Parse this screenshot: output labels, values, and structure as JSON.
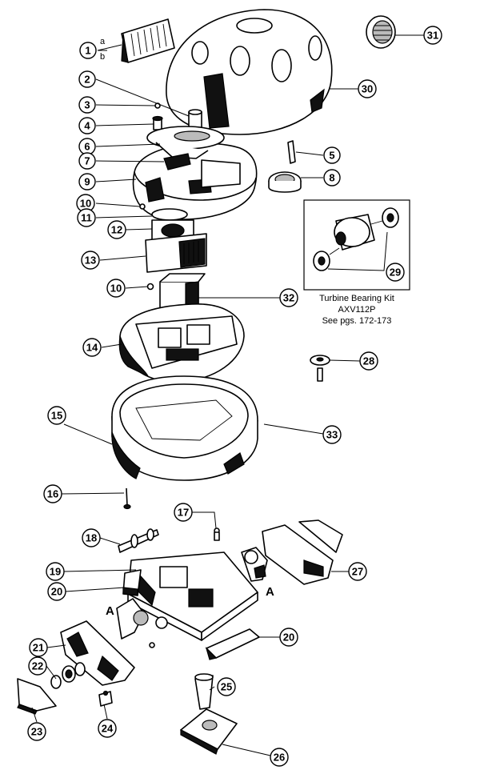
{
  "callouts": [
    "1",
    "2",
    "3",
    "4",
    "5",
    "6",
    "7",
    "8",
    "9",
    "10",
    "10",
    "11",
    "12",
    "13",
    "14",
    "15",
    "16",
    "17",
    "18",
    "19",
    "20",
    "20",
    "21",
    "22",
    "23",
    "24",
    "25",
    "26",
    "27",
    "28",
    "29",
    "30",
    "31",
    "32",
    "33"
  ],
  "callout_1_sub": {
    "a": "a",
    "b": "b"
  },
  "kit": {
    "title": "Turbine Bearing Kit",
    "part_no": "AXV112P",
    "ref": "See pgs. 172-173"
  },
  "detail_labels": [
    "A",
    "A"
  ]
}
